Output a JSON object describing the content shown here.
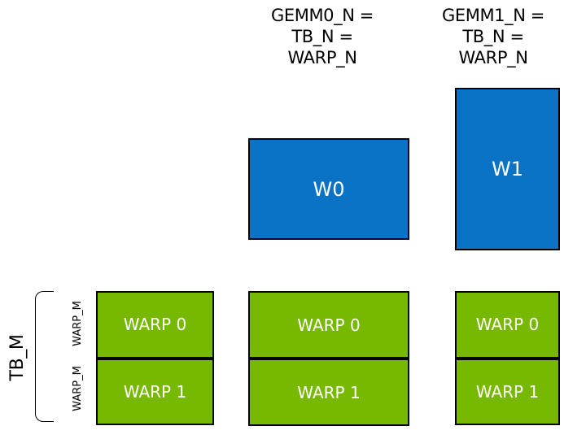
{
  "colors": {
    "blue": "#0A73C5",
    "green": "#76B900",
    "outline": "#000000",
    "label_text": "#FFFFFF",
    "annotation_text": "#000000"
  },
  "headers": [
    {
      "lines": [
        "GEMM0_N =",
        "TB_N =",
        "WARP_N"
      ]
    },
    {
      "lines": [
        "GEMM1_N =",
        "TB_N =",
        "WARP_N"
      ]
    }
  ],
  "warp_tiles": [
    {
      "label": "W0"
    },
    {
      "label": "W1"
    }
  ],
  "warp_columns": [
    {
      "cells": [
        {
          "label": "WARP 0"
        },
        {
          "label": "WARP 1"
        }
      ]
    },
    {
      "cells": [
        {
          "label": "WARP 0"
        },
        {
          "label": "WARP 1"
        }
      ]
    },
    {
      "cells": [
        {
          "label": "WARP 0"
        },
        {
          "label": "WARP 1"
        }
      ]
    }
  ],
  "left_axis": {
    "tb_label": "TB_M",
    "warp_m_labels": [
      "WARP_M",
      "WARP_M"
    ]
  }
}
